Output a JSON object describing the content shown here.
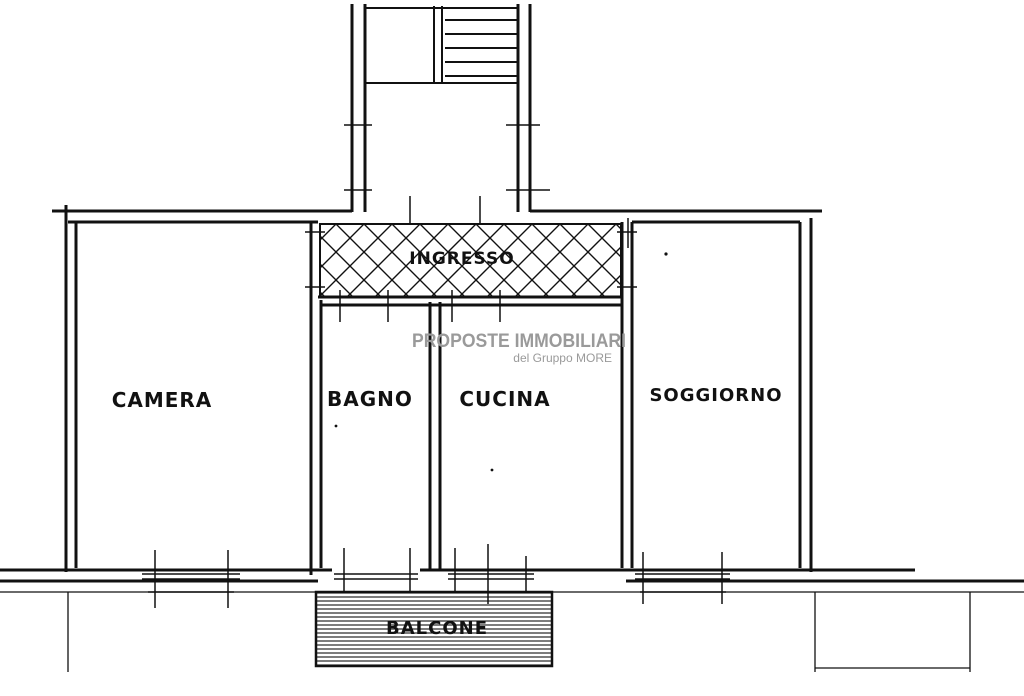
{
  "rooms": {
    "ingresso": "INGRESSO",
    "camera": "CAMERA",
    "bagno": "BAGNO",
    "cucina": "CUCINA",
    "soggiorno": "SOGGIORNO",
    "balcone": "BALCONE"
  },
  "watermark": {
    "title": "PROPOSTE IMMOBILIARI",
    "subtitle": "del Gruppo MORE"
  },
  "colors": {
    "line": "#111111",
    "watermark": "#9a9a9a",
    "background": "#ffffff"
  }
}
